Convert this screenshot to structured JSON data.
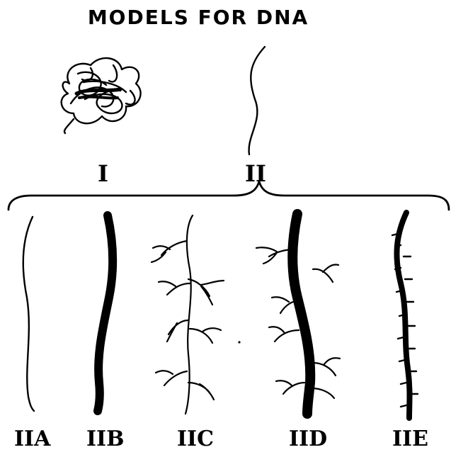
{
  "title": "MODELS FOR DNA",
  "labels": {
    "I": "I",
    "II": "II",
    "IIA": "IIA",
    "IIB": "IIB",
    "IIC": "IIC",
    "IID": "IID",
    "IIE": "IIE"
  },
  "colors": {
    "ink": "#000000",
    "background": "#ffffff"
  }
}
